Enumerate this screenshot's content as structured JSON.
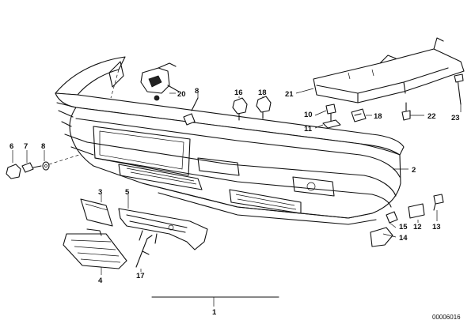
{
  "callouts": {
    "c1": "1",
    "c2": "2",
    "c3": "3",
    "c4": "4",
    "c5": "5",
    "c6": "6",
    "c7": "7",
    "c8a": "8",
    "c8b": "8",
    "c10": "10",
    "c11": "11",
    "c12": "12",
    "c13": "13",
    "c14": "14",
    "c15": "15",
    "c16": "16",
    "c17": "17",
    "c18a": "18",
    "c18b": "18",
    "c20": "20",
    "c21": "21",
    "c22": "22",
    "c23": "23"
  },
  "document_number": "00006016"
}
